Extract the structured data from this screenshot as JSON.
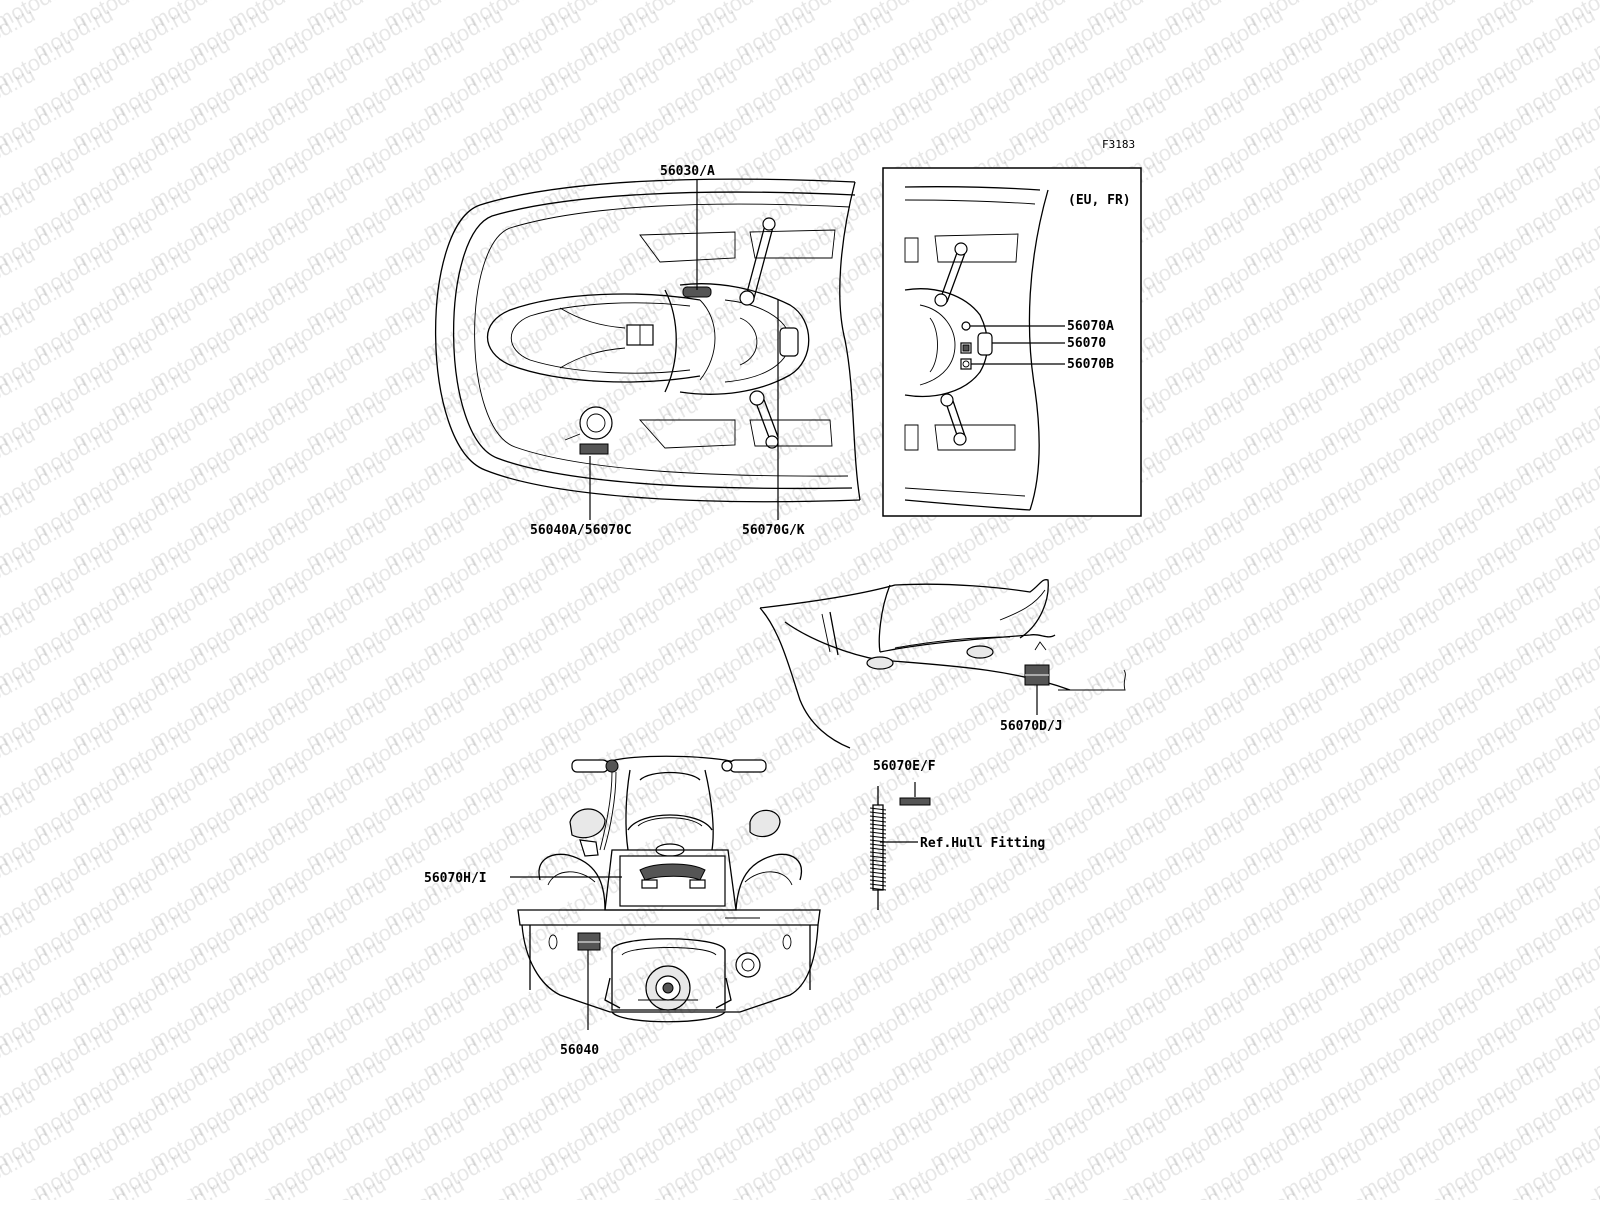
{
  "figure_code": "F3183",
  "watermark": "motod.ru",
  "inset": {
    "region": "(EU, FR)"
  },
  "labels": {
    "p56030A": "56030/A",
    "p56040A_56070C": "56040A/56070C",
    "p56070GK": "56070G/K",
    "p56070A": "56070A",
    "p56070": "56070",
    "p56070B": "56070B",
    "p56070DJ": "56070D/J",
    "p56070EF": "56070E/F",
    "ref_hull_fitting": "Ref.Hull Fitting",
    "p56070HI": "56070H/I",
    "p56040": "56040"
  }
}
